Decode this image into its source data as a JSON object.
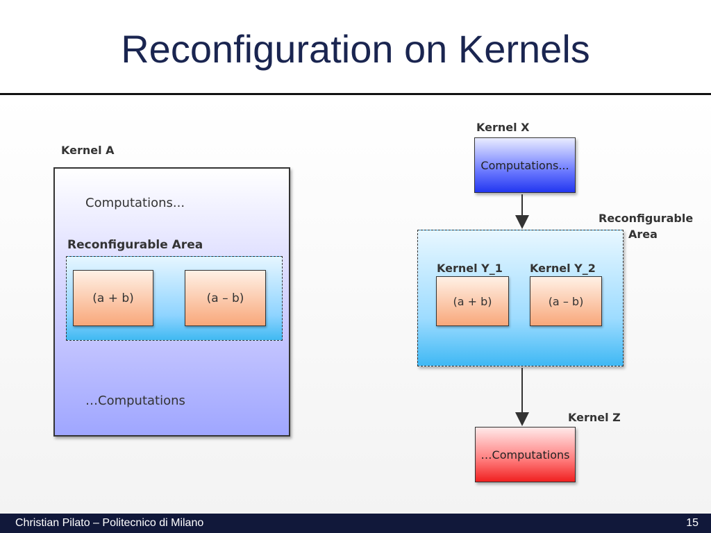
{
  "slide": {
    "title": "Reconfiguration on Kernels"
  },
  "diagram": {
    "left": {
      "kernel_label": "Kernel A",
      "top_text": "Computations...",
      "reconf_label": "Reconfigurable Area",
      "op_add": "(a + b)",
      "op_sub": "(a – b)",
      "bottom_text": "…Computations"
    },
    "right": {
      "kernel_x_label": "Kernel X",
      "kernel_x_text": "Computations...",
      "reconf_label_line1": "Reconfigurable",
      "reconf_label_line2": "Area",
      "kernel_y1_label": "Kernel Y_1",
      "kernel_y2_label": "Kernel Y_2",
      "op_add": "(a + b)",
      "op_sub": "(a – b)",
      "kernel_z_label": "Kernel Z",
      "kernel_z_text": "…Computations"
    }
  },
  "footer": {
    "author": "Christian Pilato – Politecnico di Milano",
    "page_number": "15"
  }
}
